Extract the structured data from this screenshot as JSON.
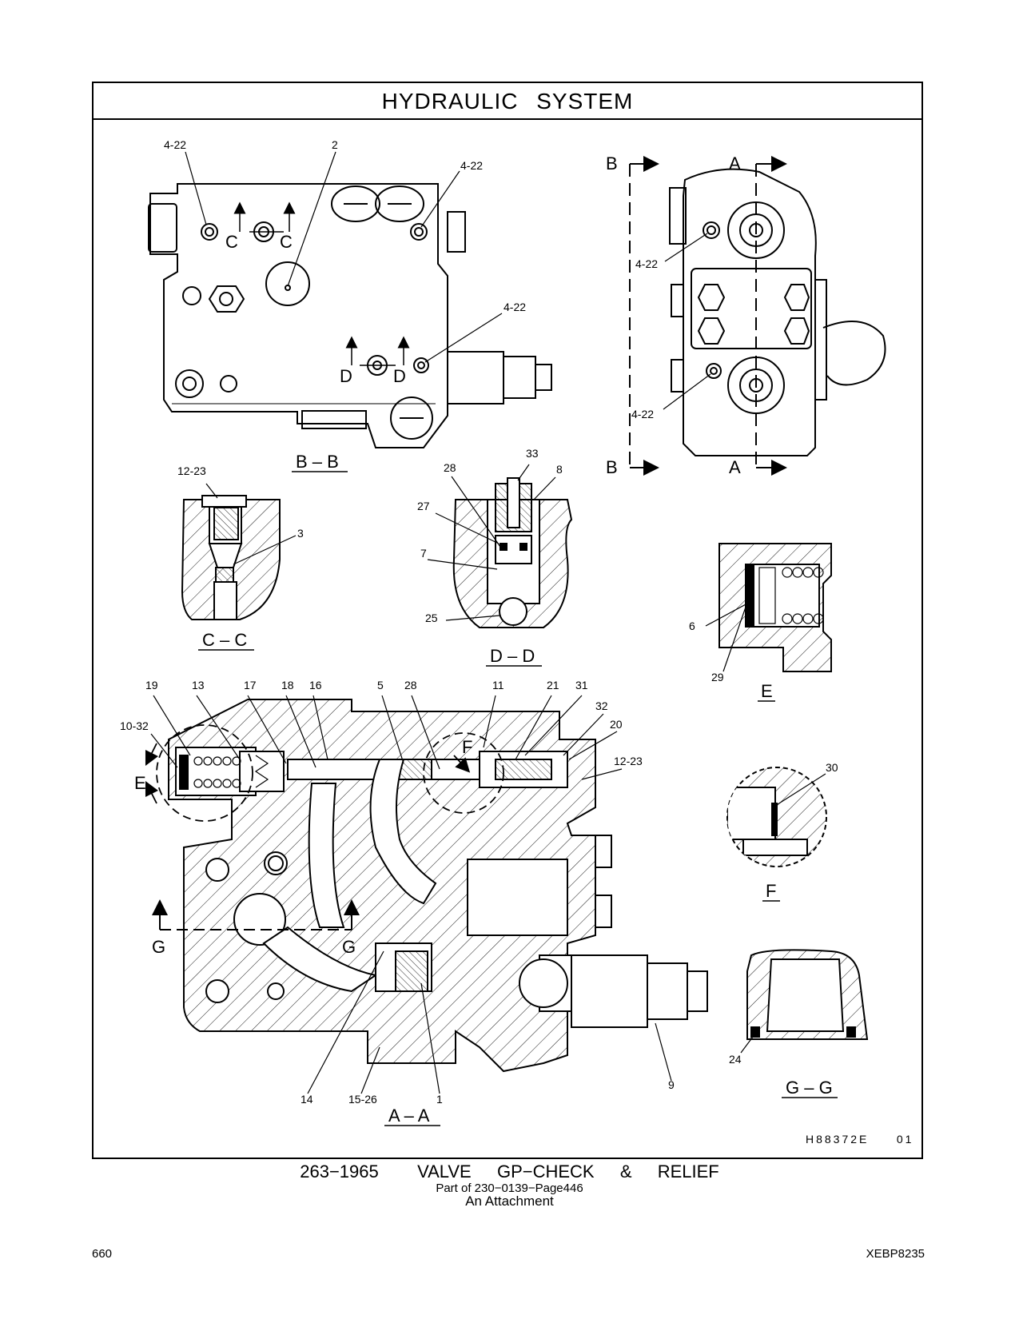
{
  "header": {
    "title": "HYDRAULIC   SYSTEM"
  },
  "callouts": {
    "c4_22": "4-22",
    "c2": "2",
    "c3": "3",
    "c12_23": "12-23",
    "c33": "33",
    "c28": "28",
    "c8": "8",
    "c27": "27",
    "c7": "7",
    "c25": "25",
    "c6": "6",
    "c29": "29",
    "c19": "19",
    "c13": "13",
    "c17": "17",
    "c18": "18",
    "c16": "16",
    "c5": "5",
    "c11": "11",
    "c21": "21",
    "c31": "31",
    "c32": "32",
    "c20": "20",
    "c10_32": "10-32",
    "c30": "30",
    "c14": "14",
    "c15_26": "15-26",
    "c1": "1",
    "c9": "9",
    "c24": "24"
  },
  "section_letters": {
    "A": "A",
    "B": "B",
    "C": "C",
    "D": "D",
    "E": "E",
    "F": "F",
    "G": "G"
  },
  "section_titles": {
    "bb": "B – B",
    "cc": "C – C",
    "dd": "D – D",
    "aa": "A – A",
    "e": "E",
    "f": "F",
    "gg": "G – G"
  },
  "drawing_number": "H88372E     01",
  "caption": {
    "line1": "263−1965   VALVE  GP−CHECK  &  RELIEF",
    "line2": "Part of 230−0139−Page446",
    "line3": "An Attachment"
  },
  "footer": {
    "page_number": "660",
    "doc_id": "XEBP8235"
  }
}
